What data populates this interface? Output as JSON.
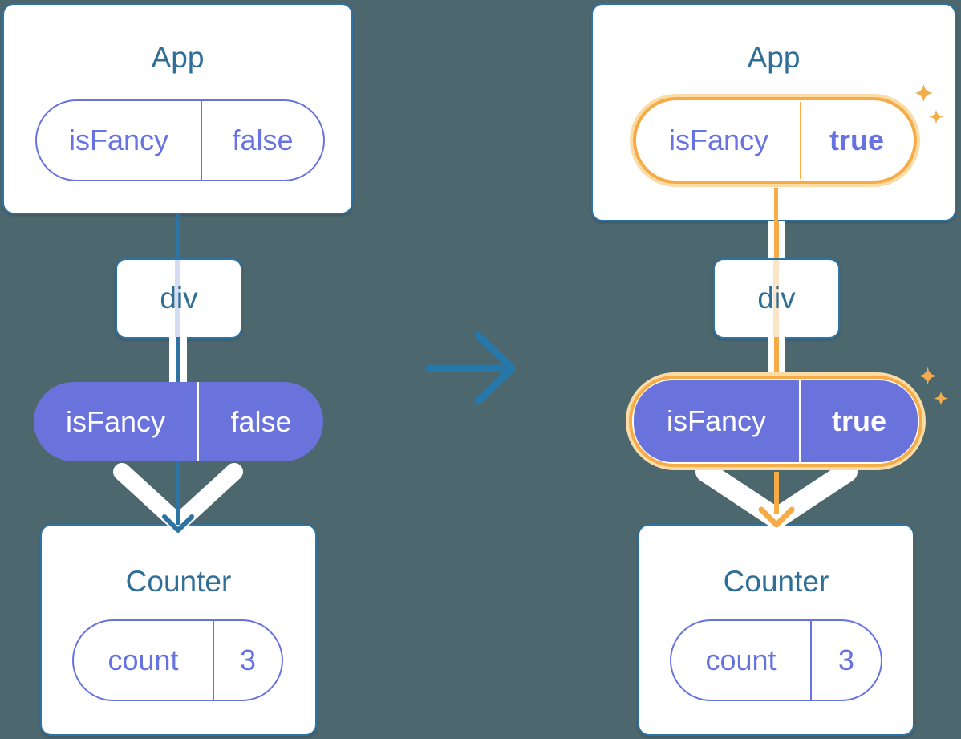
{
  "colors": {
    "background": "#4D676E",
    "card_border": "#2D74A4",
    "heading_text": "#2F6E96",
    "purple": "#6673E0",
    "purple_fill": "#6A72DC",
    "highlight_orange": "#F6AB47",
    "highlight_orange_light": "#FBDCA6",
    "sparkle": "#F3AC4E",
    "ghost_edge_blue": "#D3DCF2",
    "ghost_edge_orange": "#FAE5C6",
    "transition_arrow": "#2778AA",
    "white": "#FFFFFF"
  },
  "before": {
    "app": {
      "title": "App",
      "prop": {
        "name": "isFancy",
        "value": "false"
      }
    },
    "div": {
      "title": "div"
    },
    "passed_prop": {
      "name": "isFancy",
      "value": "false"
    },
    "counter": {
      "title": "Counter",
      "state": {
        "name": "count",
        "value": "3"
      }
    }
  },
  "after": {
    "app": {
      "title": "App",
      "prop": {
        "name": "isFancy",
        "value": "true"
      }
    },
    "div": {
      "title": "div"
    },
    "passed_prop": {
      "name": "isFancy",
      "value": "true"
    },
    "counter": {
      "title": "Counter",
      "state": {
        "name": "count",
        "value": "3"
      }
    }
  }
}
